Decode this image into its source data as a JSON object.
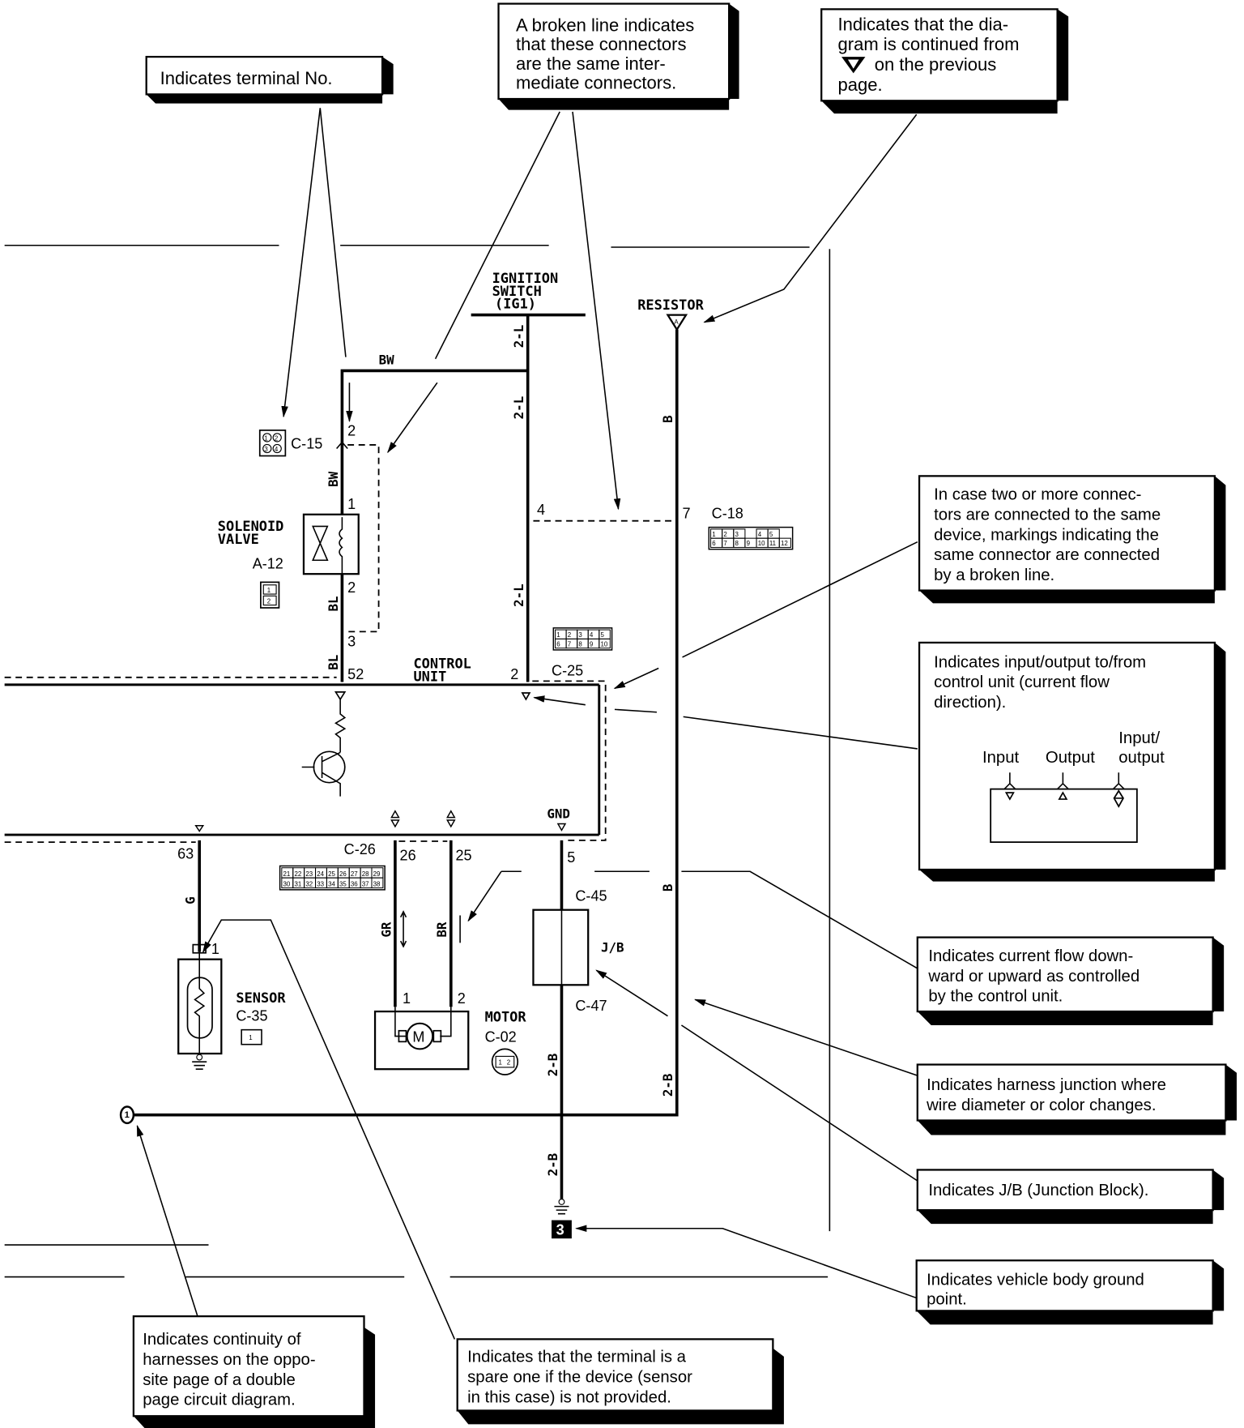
{
  "callouts": {
    "terminal_no": [
      "Indicates terminal No."
    ],
    "broken_line": [
      "A broken line indicates",
      "that these connectors",
      "are the same inter-",
      "mediate connectors."
    ],
    "continued_from": [
      "Indicates that the dia-",
      "gram is continued from",
      "on the previous",
      "page."
    ],
    "same_device": [
      "In case two or more connec-",
      "tors are connected to the same",
      "device, markings indicating the",
      "same connector are connected",
      "by a broken line."
    ],
    "io_control": [
      "Indicates input/output to/from",
      "control unit (current flow",
      "direction)."
    ],
    "io_legend": {
      "input": "Input",
      "output": "Output",
      "io_line1": "Input/",
      "io_line2": "output"
    },
    "current_flow": [
      "Indicates current flow down-",
      "ward or upward as controlled",
      "by the control unit."
    ],
    "harness_junction": [
      "Indicates harness junction where",
      "wire diameter or color changes."
    ],
    "jb": [
      "Indicates J/B (Junction Block)."
    ],
    "ground_point": [
      "Indicates vehicle body ground",
      "point."
    ],
    "continuity": [
      "Indicates continuity of",
      "harnesses on the  oppo-",
      "site page of a  double",
      "page circuit diagram."
    ],
    "spare_terminal": [
      "Indicates that the terminal is a",
      "spare one if the device (sensor",
      "in this case) is not provided."
    ]
  },
  "components": {
    "ignition_switch": [
      "IGNITION",
      "SWITCH",
      "(IG1)"
    ],
    "resistor": "RESISTOR",
    "resistor_marker": "A",
    "solenoid_valve": [
      "SOLENOID",
      "VALVE"
    ],
    "solenoid_connector": "A-12",
    "control_unit": [
      "CONTROL",
      "UNIT"
    ],
    "gnd": "GND",
    "sensor": [
      "SENSOR",
      "C-35"
    ],
    "motor": [
      "MOTOR",
      "C-02"
    ],
    "jb": "J/B",
    "ground_no": "3",
    "continuity_no": "1"
  },
  "connectors": {
    "c15": "C-15",
    "c18": "C-18",
    "c25": "C-25",
    "c26": "C-26",
    "c45": "C-45",
    "c47": "C-47",
    "c15_pins": [
      "1",
      "2",
      "3",
      "4"
    ],
    "a12_pins": [
      "1",
      "2"
    ],
    "c18_pins_top": [
      "1",
      "2",
      "3",
      "",
      "4",
      "5"
    ],
    "c18_pins_bottom": [
      "6",
      "7",
      "8",
      "9",
      "10",
      "11",
      "12"
    ],
    "c25_pins_top": [
      "1",
      "2",
      "3",
      "4",
      "5"
    ],
    "c25_pins_bottom": [
      "6",
      "7",
      "8",
      "9",
      "10"
    ],
    "c26_pins_top": [
      "21",
      "22",
      "23",
      "24",
      "25",
      "26",
      "27",
      "28",
      "29"
    ],
    "c26_pins_bottom": [
      "30",
      "31",
      "32",
      "33",
      "34",
      "35",
      "36",
      "37",
      "38"
    ],
    "c35_pins": [
      "1"
    ],
    "c02_pins": [
      "1",
      "2"
    ]
  },
  "wires": {
    "bw_top": "BW",
    "bw_vert": "BW",
    "bl_1": "BL",
    "bl_2": "BL",
    "l2_a": "2-L",
    "l2_b": "2-L",
    "l2_c": "2-L",
    "b_a": "B",
    "b_b": "B",
    "g": "G",
    "gr": "GR",
    "br": "BR",
    "b2_a": "2-B",
    "b2_b": "2-B",
    "b2_c": "2-B"
  },
  "terminals": {
    "c15_t2": "2",
    "sv_t1": "1",
    "sv_t2": "2",
    "sv_t3": "3",
    "cu_52": "52",
    "cu_2": "2",
    "c18_t4": "4",
    "c18_t7": "7",
    "cu_63": "63",
    "cu_26": "26",
    "cu_25": "25",
    "cu_5": "5",
    "sensor_t1": "1",
    "motor_t1": "1",
    "motor_t2": "2"
  }
}
